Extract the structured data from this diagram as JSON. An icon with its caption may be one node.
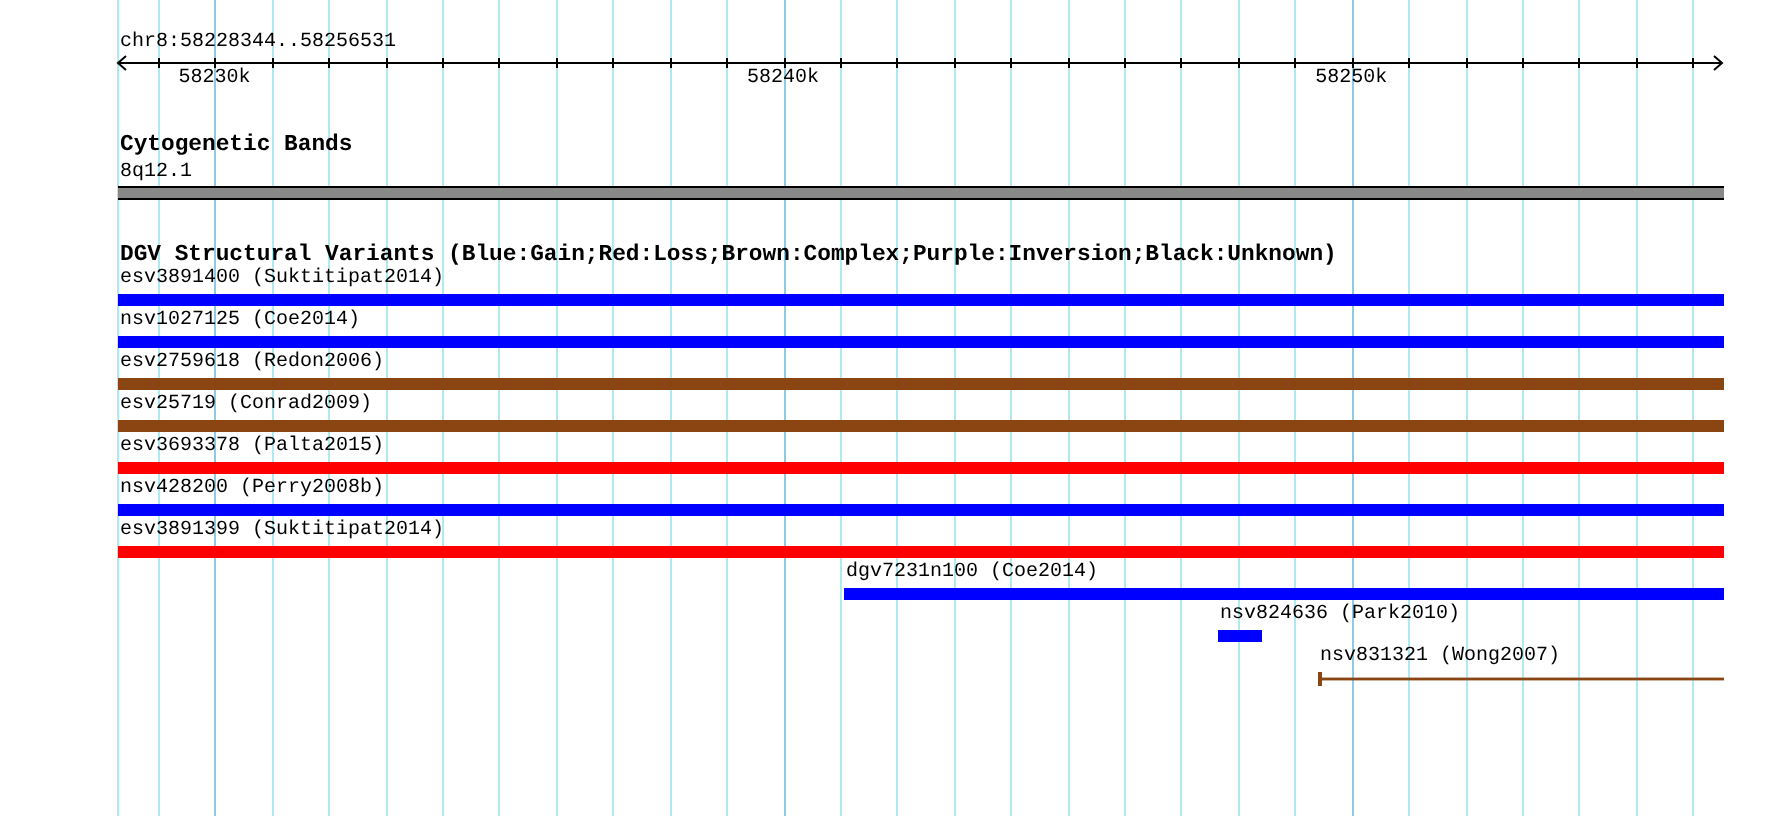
{
  "diagram": {
    "nodes": [
      {
        "text": [
          "8q12.1"
        ]
      },
      {
        "text": [
          "esv3891400 (Suktitipat2014)"
        ]
      },
      {
        "text": [
          "nsv1027125 (Coe2014)"
        ]
      },
      {
        "text": [
          "esv2759618 (Redon2006)"
        ]
      },
      {
        "text": [
          "esv25719 (Conrad2009)"
        ]
      },
      {
        "text": [
          "esv3693378 (Palta2015)"
        ]
      },
      {
        "text": [
          "nsv428200 (Perry2008b)"
        ]
      },
      {
        "text": [
          "esv3891399 (Suktitipat2014)"
        ]
      },
      {
        "text": [
          "dgv7231n100 (Coe2014)"
        ]
      },
      {
        "text": [
          "nsv824636 (Park2010)"
        ]
      },
      {
        "text": [
          "nsv831321 (Wong2007)"
        ]
      }
    ],
    "labels": [
      "chr8:58228344..58256531",
      "58230k",
      "58240k",
      "58250k",
      "Cytogenetic Bands",
      "DGV Structural Variants (Blue:Gain;Red:Loss;Brown:Complex;Purple:Inversion;Black:Unknown)"
    ]
  }
}
